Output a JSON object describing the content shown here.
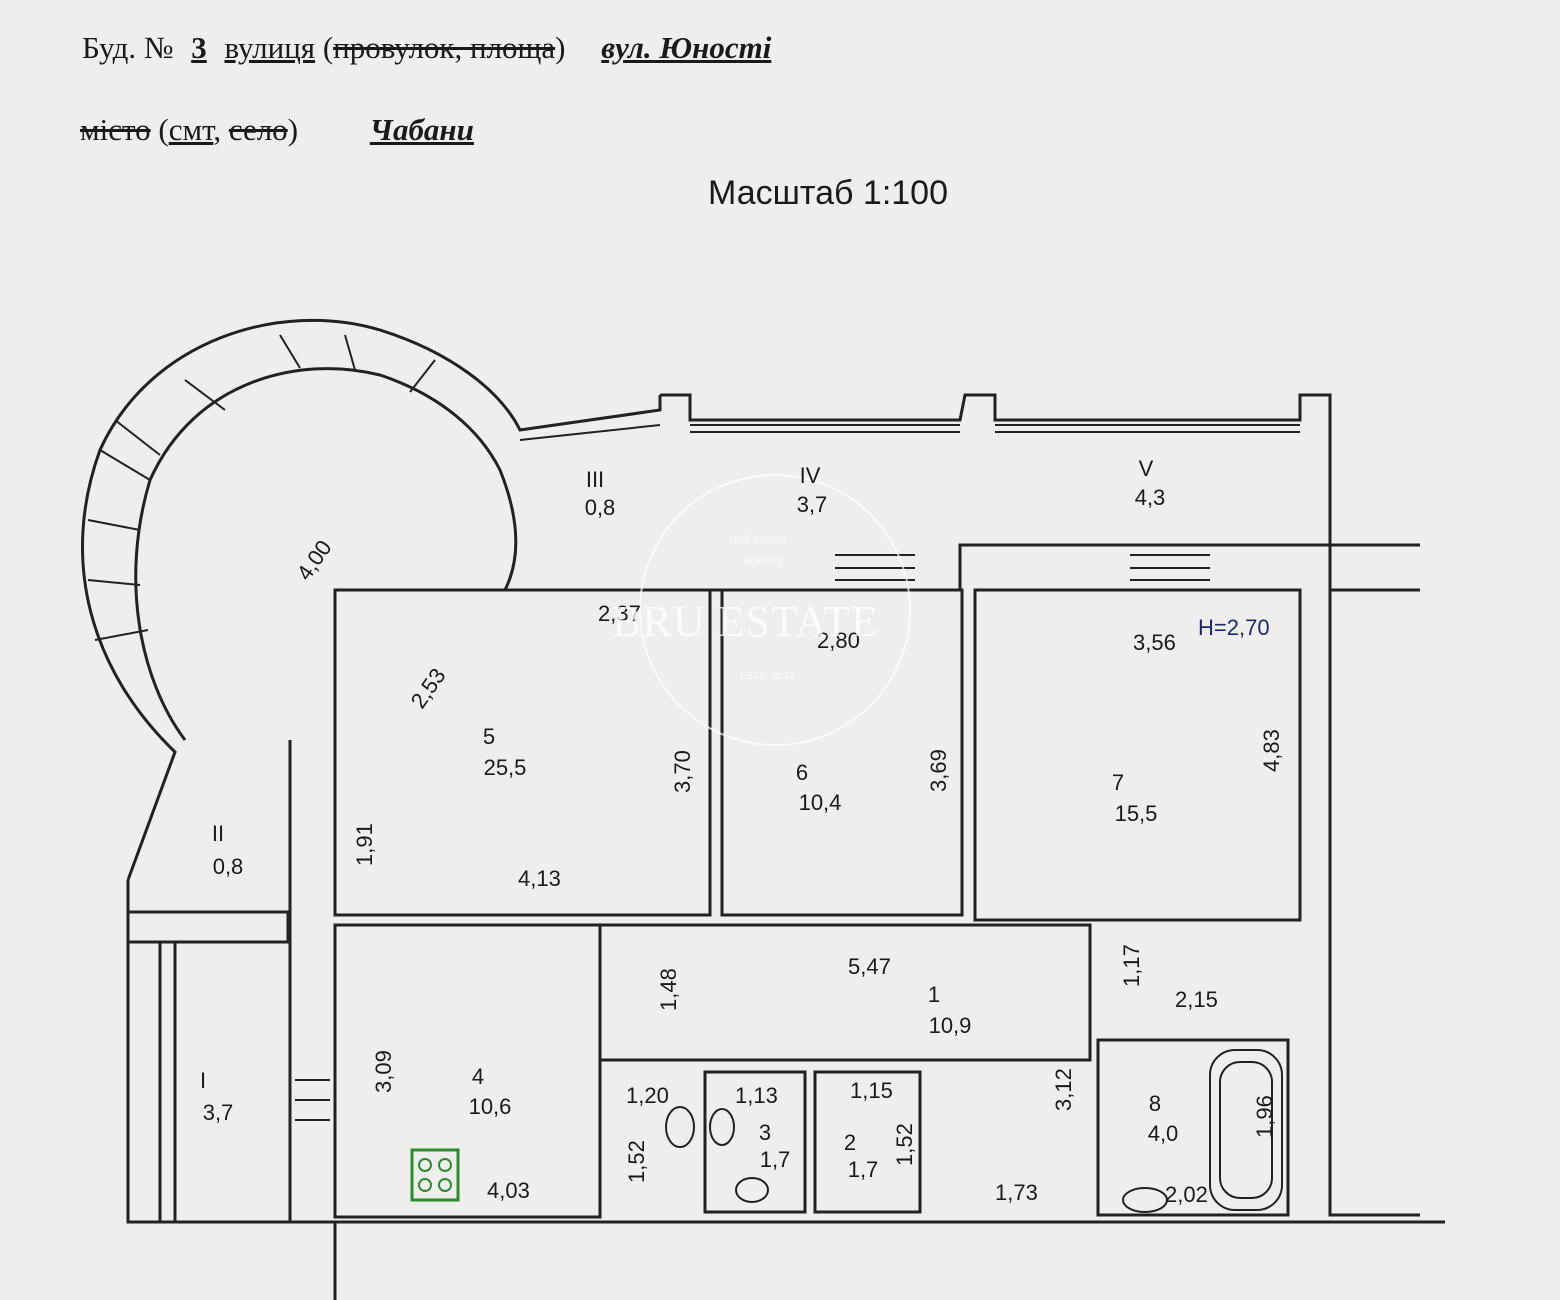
{
  "header": {
    "building_label": "Буд. №",
    "building_number": "3",
    "street_label": "вулиця",
    "street_paren_open": "(",
    "street_alt": "провулок, площа",
    "street_paren_close": ")",
    "street_value": "вул. Юності",
    "city_label": "місто",
    "city_paren_open": "(",
    "city_alt_1": "смт",
    "city_comma": ",",
    "city_alt_2": "село",
    "city_paren_close": ")",
    "city_value": "Чабани",
    "scale": "Масштаб 1:100"
  },
  "ceiling_height": "H=2,70",
  "watermark": {
    "brand": "BRU ESTATE",
    "line1": "real estate",
    "line2": "agency",
    "estd": "ESTD. 2012"
  },
  "rooms": [
    {
      "id": "III",
      "area": "0,8"
    },
    {
      "id": "IV",
      "area": "3,7"
    },
    {
      "id": "V",
      "area": "4,3"
    },
    {
      "id": "5",
      "area": "25,5"
    },
    {
      "id": "6",
      "area": "10,4"
    },
    {
      "id": "7",
      "area": "15,5"
    },
    {
      "id": "II",
      "area": "0,8"
    },
    {
      "id": "1",
      "area": "10,9"
    },
    {
      "id": "I",
      "area": "3,7"
    },
    {
      "id": "4",
      "area": "10,6"
    },
    {
      "id": "3",
      "area": "1,7"
    },
    {
      "id": "2",
      "area": "1,7"
    },
    {
      "id": "8",
      "area": "4,0"
    }
  ],
  "dimensions": {
    "d_4_00": "4,00",
    "d_2_37": "2,37",
    "d_2_80": "2,80",
    "d_3_56": "3,56",
    "d_2_53": "2,53",
    "d_3_70": "3,70",
    "d_3_69": "3,69",
    "d_4_83": "4,83",
    "d_1_91": "1,91",
    "d_4_13": "4,13",
    "d_5_47": "5,47",
    "d_1_48": "1,48",
    "d_1_17": "1,17",
    "d_2_15": "2,15",
    "d_3_09": "3,09",
    "d_1_20": "1,20",
    "d_1_13": "1,13",
    "d_1_15": "1,15",
    "d_3_12": "3,12",
    "d_1_96": "1,96",
    "d_1_52a": "1,52",
    "d_1_52b": "1,52",
    "d_4_03": "4,03",
    "d_1_73": "1,73",
    "d_2_02": "2,02"
  }
}
